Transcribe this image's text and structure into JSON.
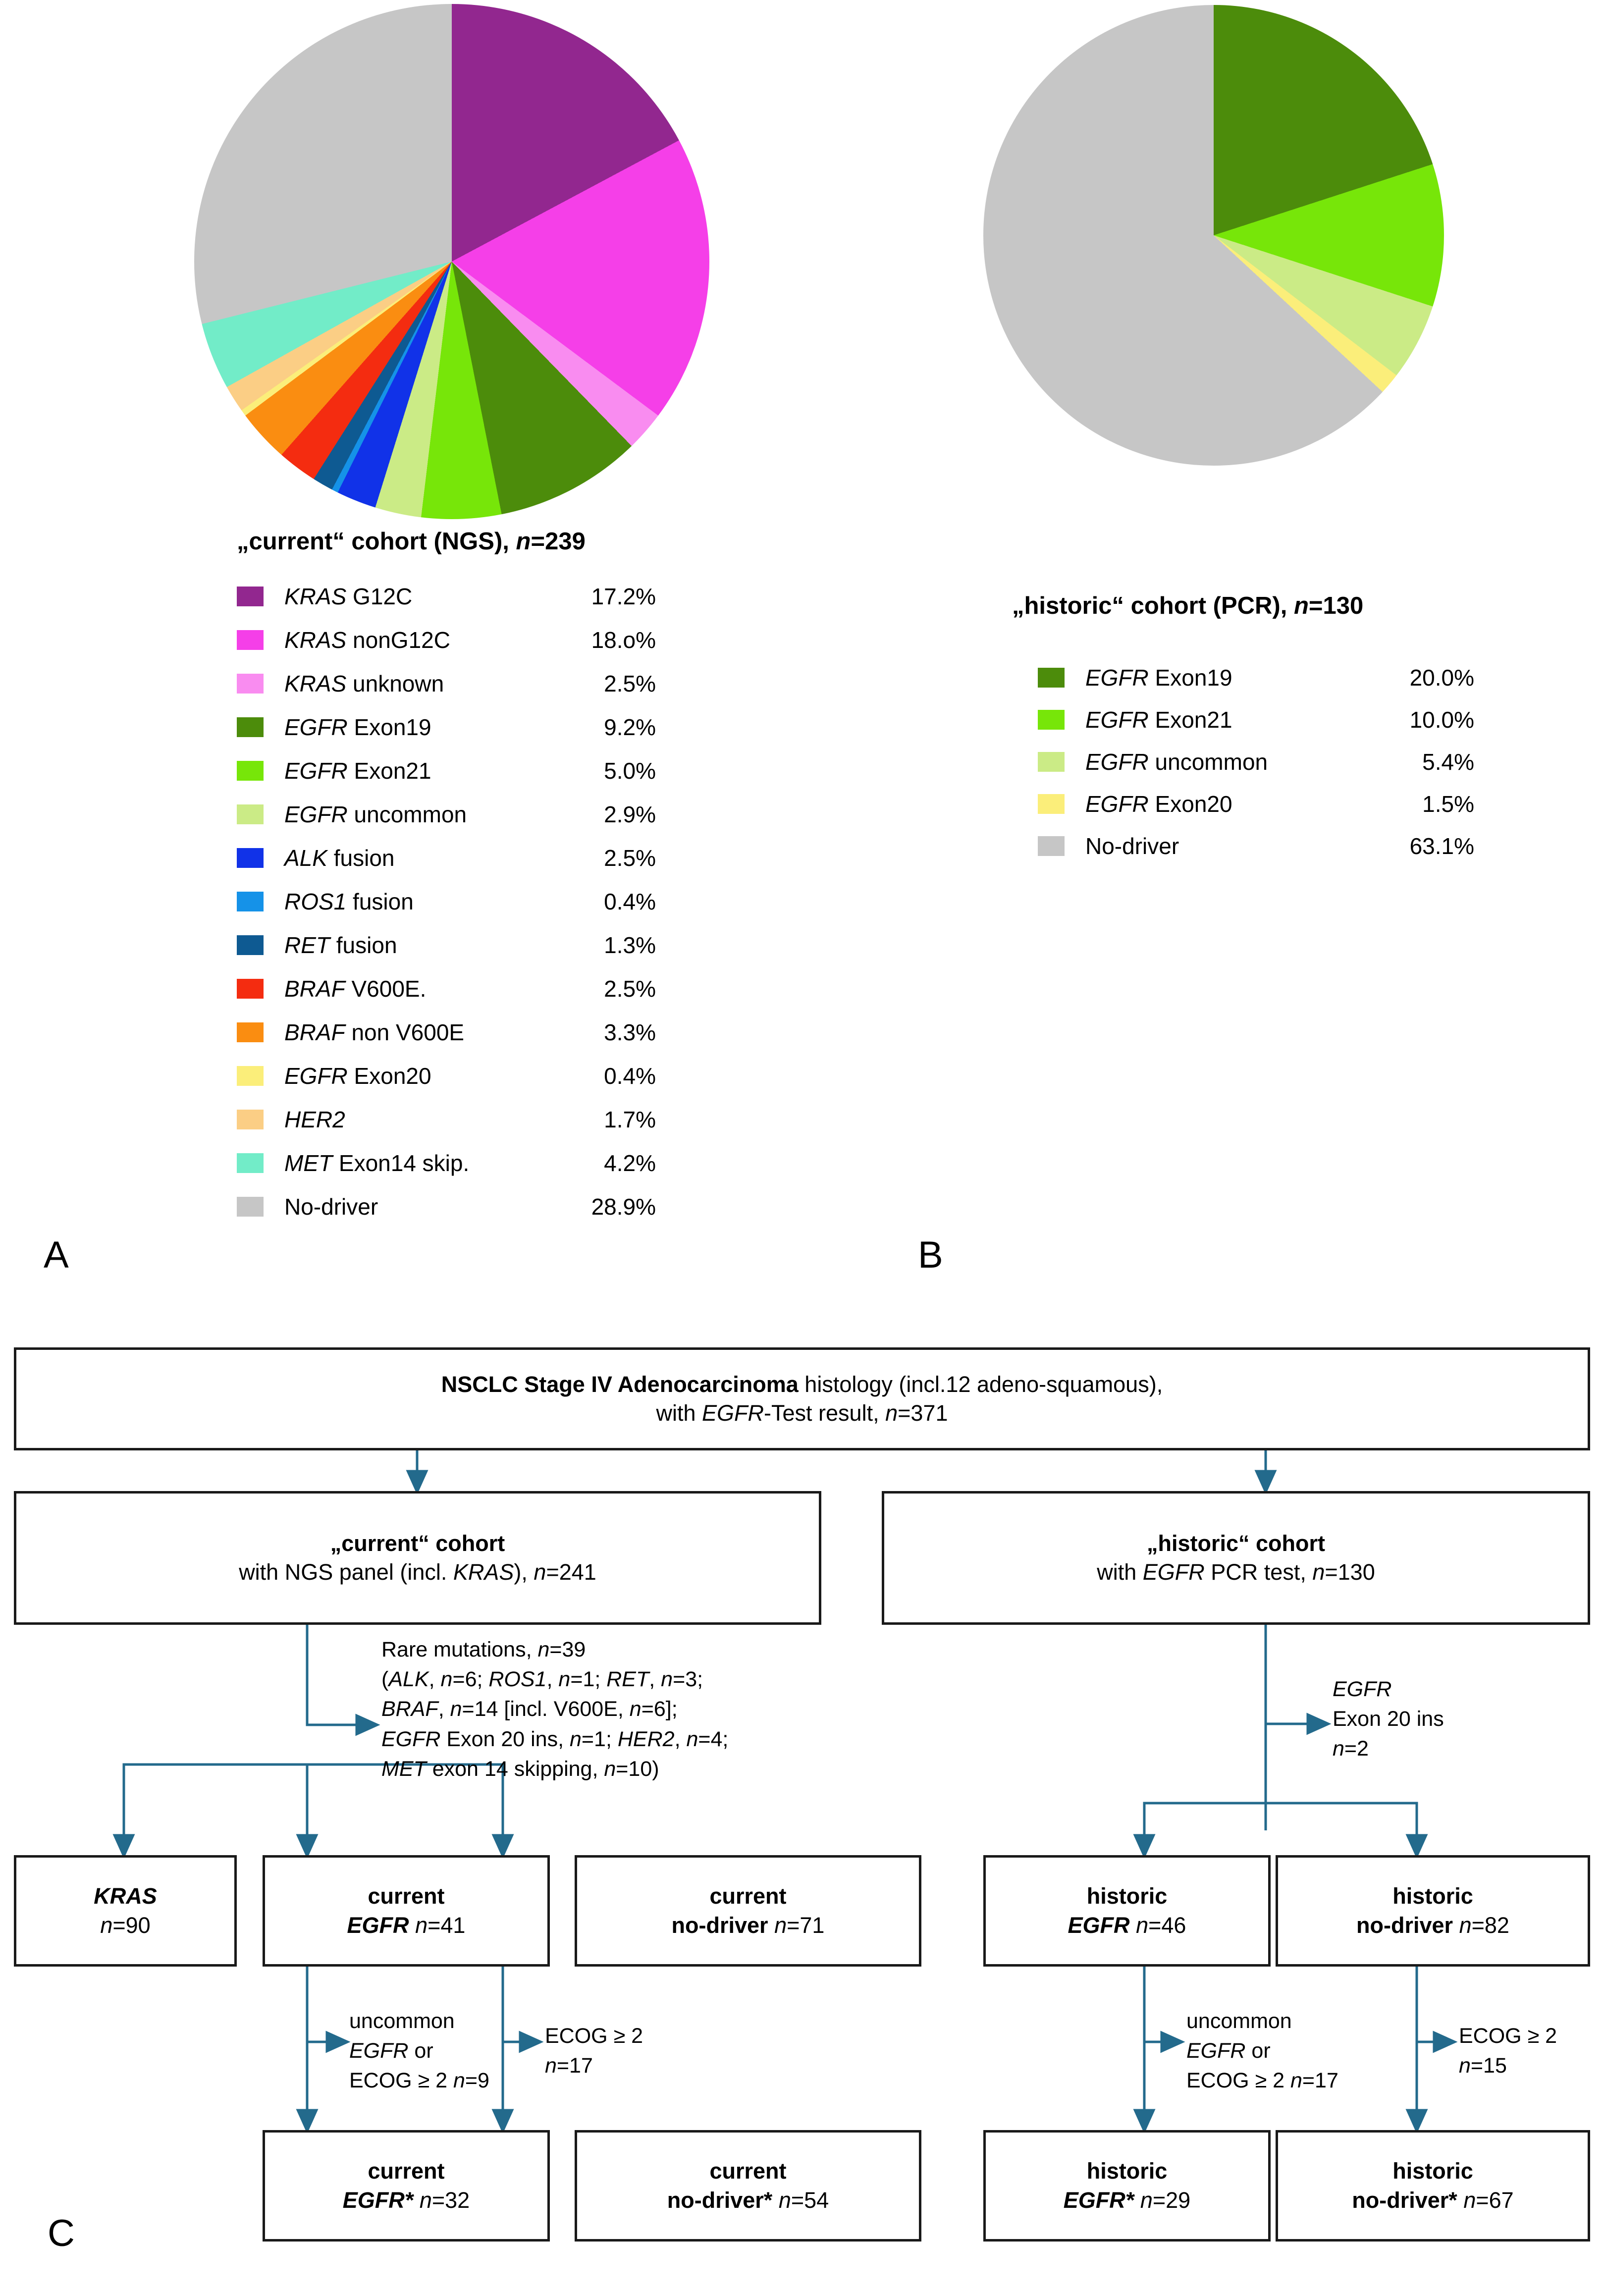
{
  "figure": {
    "panels": [
      "A",
      "B",
      "C"
    ]
  },
  "panelA": {
    "letter": "A",
    "legend_title_pre": "„current“ cohort (NGS), ",
    "legend_title_italic": "n",
    "legend_title_post": "=239",
    "items": [
      {
        "gene": "KRAS",
        "rest": " G12C",
        "pct": "17.2%",
        "color": "#92278f"
      },
      {
        "gene": "KRAS",
        "rest": " nonG12C",
        "pct": "18.o%",
        "color": "#f53fe8"
      },
      {
        "gene": "KRAS",
        "rest": " unknown",
        "pct": "2.5%",
        "color": "#f98cf0"
      },
      {
        "gene": "EGFR",
        "rest": " Exon19",
        "pct": "9.2%",
        "color": "#4c8c0b"
      },
      {
        "gene": "EGFR",
        "rest": " Exon21",
        "pct": "5.0%",
        "color": "#77e609"
      },
      {
        "gene": "EGFR",
        "rest": " uncommon",
        "pct": "2.9%",
        "color": "#cbeb86"
      },
      {
        "gene": "ALK",
        "rest": " fusion",
        "pct": "2.5%",
        "color": "#1132e8"
      },
      {
        "gene": "ROS1",
        "rest": " fusion",
        "pct": "0.4%",
        "color": "#1592e8"
      },
      {
        "gene": "RET",
        "rest": " fusion",
        "pct": "1.3%",
        "color": "#0e5a92"
      },
      {
        "gene": "BRAF",
        "rest": " V600E.",
        "pct": "2.5%",
        "color": "#f42c10"
      },
      {
        "gene": "BRAF",
        "rest": " non V600E",
        "pct": "3.3%",
        "color": "#fa8d11"
      },
      {
        "gene": "EGFR",
        "rest": " Exon20",
        "pct": "0.4%",
        "color": "#fbee7a"
      },
      {
        "gene": "HER2",
        "rest": "",
        "pct": "1.7%",
        "color": "#fbce85"
      },
      {
        "gene": "MET",
        "rest": " Exon14 skip.",
        "pct": "4.2%",
        "color": "#72ecc8"
      },
      {
        "gene": "",
        "rest": "No-driver",
        "pct": "28.9%",
        "color": "#c6c6c6"
      }
    ]
  },
  "panelB": {
    "letter": "B",
    "legend_title_pre": "„historic“ cohort (PCR), ",
    "legend_title_italic": "n",
    "legend_title_post": "=130",
    "items": [
      {
        "gene": "EGFR",
        "rest": " Exon19",
        "pct": "20.0%",
        "color": "#4c8c0b"
      },
      {
        "gene": "EGFR",
        "rest": " Exon21",
        "pct": "10.0%",
        "color": "#77e609"
      },
      {
        "gene": "EGFR",
        "rest": " uncommon",
        "pct": "5.4%",
        "color": "#cbeb86"
      },
      {
        "gene": "EGFR",
        "rest": " Exon20",
        "pct": "1.5%",
        "color": "#fbee7a"
      },
      {
        "gene": "",
        "rest": "No-driver",
        "pct": "63.1%",
        "color": "#c6c6c6"
      }
    ]
  },
  "panelC": {
    "letter": "C",
    "boxes": {
      "root": {
        "line1_bold": "NSCLC Stage IV Adenocarcinoma",
        "line1_rest": " histology (incl.12 adeno-squamous),",
        "line2_pre": "with ",
        "line2_italic": "EGFR",
        "line2_mid": "-Test result, ",
        "line2_italic2": "n",
        "line2_post": "=371"
      },
      "current_cohort": {
        "line1": "„current“ cohort",
        "line2_pre": "with NGS panel (incl. ",
        "line2_italic": "KRAS",
        "line2_mid": "), ",
        "line2_italic2": "n",
        "line2_post": "=241"
      },
      "historic_cohort": {
        "line1": "„historic“ cohort",
        "line2_pre": "with ",
        "line2_italic": "EGFR",
        "line2_mid": " PCR test, ",
        "line2_italic2": "n",
        "line2_post": "=130"
      },
      "kras": {
        "line1_italic": "KRAS",
        "line2_italic": "n",
        "line2_post": "=90"
      },
      "current_egfr": {
        "line1": "current",
        "line2_italic": "EGFR",
        "line2_mid": " ",
        "line2_italic2": "n",
        "line2_post": "=41"
      },
      "current_nodriver": {
        "line1": "current",
        "line2_bold": "no-driver ",
        "line2_italic": "n",
        "line2_post": "=71"
      },
      "historic_egfr": {
        "line1": "historic",
        "line2_italic": "EGFR",
        "line2_mid": " ",
        "line2_italic2": "n",
        "line2_post": "=46"
      },
      "historic_nodriver": {
        "line1": "historic",
        "line2_bold": "no-driver ",
        "line2_italic": "n",
        "line2_post": "=82"
      },
      "current_egfr_star": {
        "line1": "current",
        "line2_italic": "EGFR*",
        "line2_mid": " ",
        "line2_italic2": "n",
        "line2_post": "=32"
      },
      "current_nodriver_star": {
        "line1": "current",
        "line2_bold": "no-driver* ",
        "line2_italic": "n",
        "line2_post": "=54"
      },
      "historic_egfr_star": {
        "line1": "historic",
        "line2_italic": "EGFR*",
        "line2_mid": " ",
        "line2_italic2": "n",
        "line2_post": "=29"
      },
      "historic_nodriver_star": {
        "line1": "historic",
        "line2_bold": "no-driver* ",
        "line2_italic": "n",
        "line2_post": "=67"
      }
    },
    "notes": {
      "rare_mutations": [
        "Rare mutations, n=39",
        "(ALK, n=6; ROS1, n=1; RET, n=3;",
        "BRAF, n=14 [incl. V600E, n=6];",
        "EGFR Exon 20 ins, n=1; HER2, n=4;",
        "MET exon 14 skipping, n=10)"
      ],
      "historic_exon20": [
        "EGFR",
        "Exon 20 ins",
        "n=2"
      ],
      "current_egfr_filter": [
        "uncommon",
        "EGFR or",
        "ECOG ≥ 2 n=9"
      ],
      "current_nodriver_filter": [
        "ECOG ≥ 2",
        "n=17"
      ],
      "historic_egfr_filter": [
        "uncommon",
        "EGFR or",
        "ECOG ≥ 2 n=17"
      ],
      "historic_nodriver_filter": [
        "ECOG ≥ 2",
        "n=15"
      ]
    }
  },
  "colors": {
    "arrow": "#236a8c",
    "box_border": "#1a1a1a",
    "no_driver": "#c6c6c6"
  },
  "chart_data": [
    {
      "type": "pie",
      "title": "„current“ cohort (NGS), n=239",
      "panel": "A",
      "total_n": 239,
      "start_angle_deg": 0,
      "direction": "clockwise",
      "categories": [
        "KRAS G12C",
        "KRAS nonG12C",
        "KRAS unknown",
        "EGFR Exon19",
        "EGFR Exon21",
        "EGFR uncommon",
        "ALK fusion",
        "ROS1 fusion",
        "RET fusion",
        "BRAF V600E.",
        "BRAF non V600E",
        "EGFR Exon20",
        "HER2",
        "MET Exon14 skip.",
        "No-driver"
      ],
      "values": [
        17.2,
        18.0,
        2.5,
        9.2,
        5.0,
        2.9,
        2.5,
        0.4,
        1.3,
        2.5,
        3.3,
        0.4,
        1.7,
        4.2,
        28.9
      ],
      "unit": "%",
      "colors": [
        "#92278f",
        "#f53fe8",
        "#f98cf0",
        "#4c8c0b",
        "#77e609",
        "#cbeb86",
        "#1132e8",
        "#1592e8",
        "#0e5a92",
        "#f42c10",
        "#fa8d11",
        "#fbee7a",
        "#fbce85",
        "#72ecc8",
        "#c6c6c6"
      ],
      "legend_position": "below"
    },
    {
      "type": "pie",
      "title": "„historic“ cohort (PCR), n=130",
      "panel": "B",
      "total_n": 130,
      "start_angle_deg": 0,
      "direction": "clockwise",
      "categories": [
        "EGFR Exon19",
        "EGFR Exon21",
        "EGFR uncommon",
        "EGFR Exon20",
        "No-driver"
      ],
      "values": [
        20.0,
        10.0,
        5.4,
        1.5,
        63.1
      ],
      "unit": "%",
      "colors": [
        "#4c8c0b",
        "#77e609",
        "#cbeb86",
        "#fbee7a",
        "#c6c6c6"
      ],
      "legend_position": "below"
    }
  ]
}
